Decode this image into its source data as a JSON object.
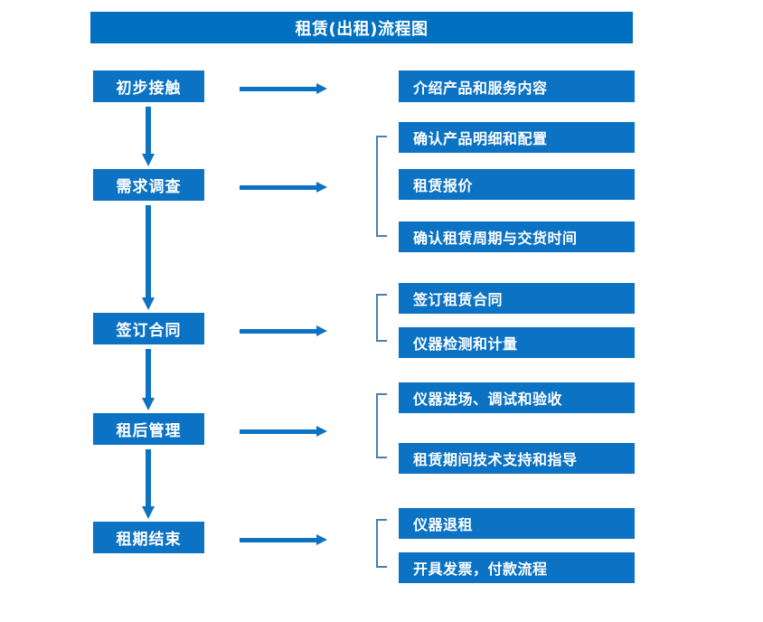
{
  "title": {
    "text": "租赁(出租)流程图"
  },
  "colors": {
    "banner": "#0070C0",
    "box": "#0B72C4",
    "arrow": "#0B72C4",
    "bracket": "#4a7fae",
    "text": "#FFFFFF",
    "background": "#FFFFFF"
  },
  "stages": [
    {
      "label": "初步接触"
    },
    {
      "label": "需求调查"
    },
    {
      "label": "签订合同"
    },
    {
      "label": "租后管理"
    },
    {
      "label": "租期结束"
    }
  ],
  "details": [
    {
      "label": "介绍产品和服务内容"
    },
    {
      "label": "确认产品明细和配置"
    },
    {
      "label": "租赁报价"
    },
    {
      "label": "确认租赁周期与交货时间"
    },
    {
      "label": "签订租赁合同"
    },
    {
      "label": "仪器检测和计量"
    },
    {
      "label": "仪器进场、调试和验收"
    },
    {
      "label": "租赁期间技术支持和指导"
    },
    {
      "label": "仪器退租"
    },
    {
      "label": "开具发票，付款流程"
    }
  ],
  "connectors": {
    "horizontal_arrow_count": 5,
    "vertical_arrow_count": 4,
    "bracket_count": 4
  }
}
